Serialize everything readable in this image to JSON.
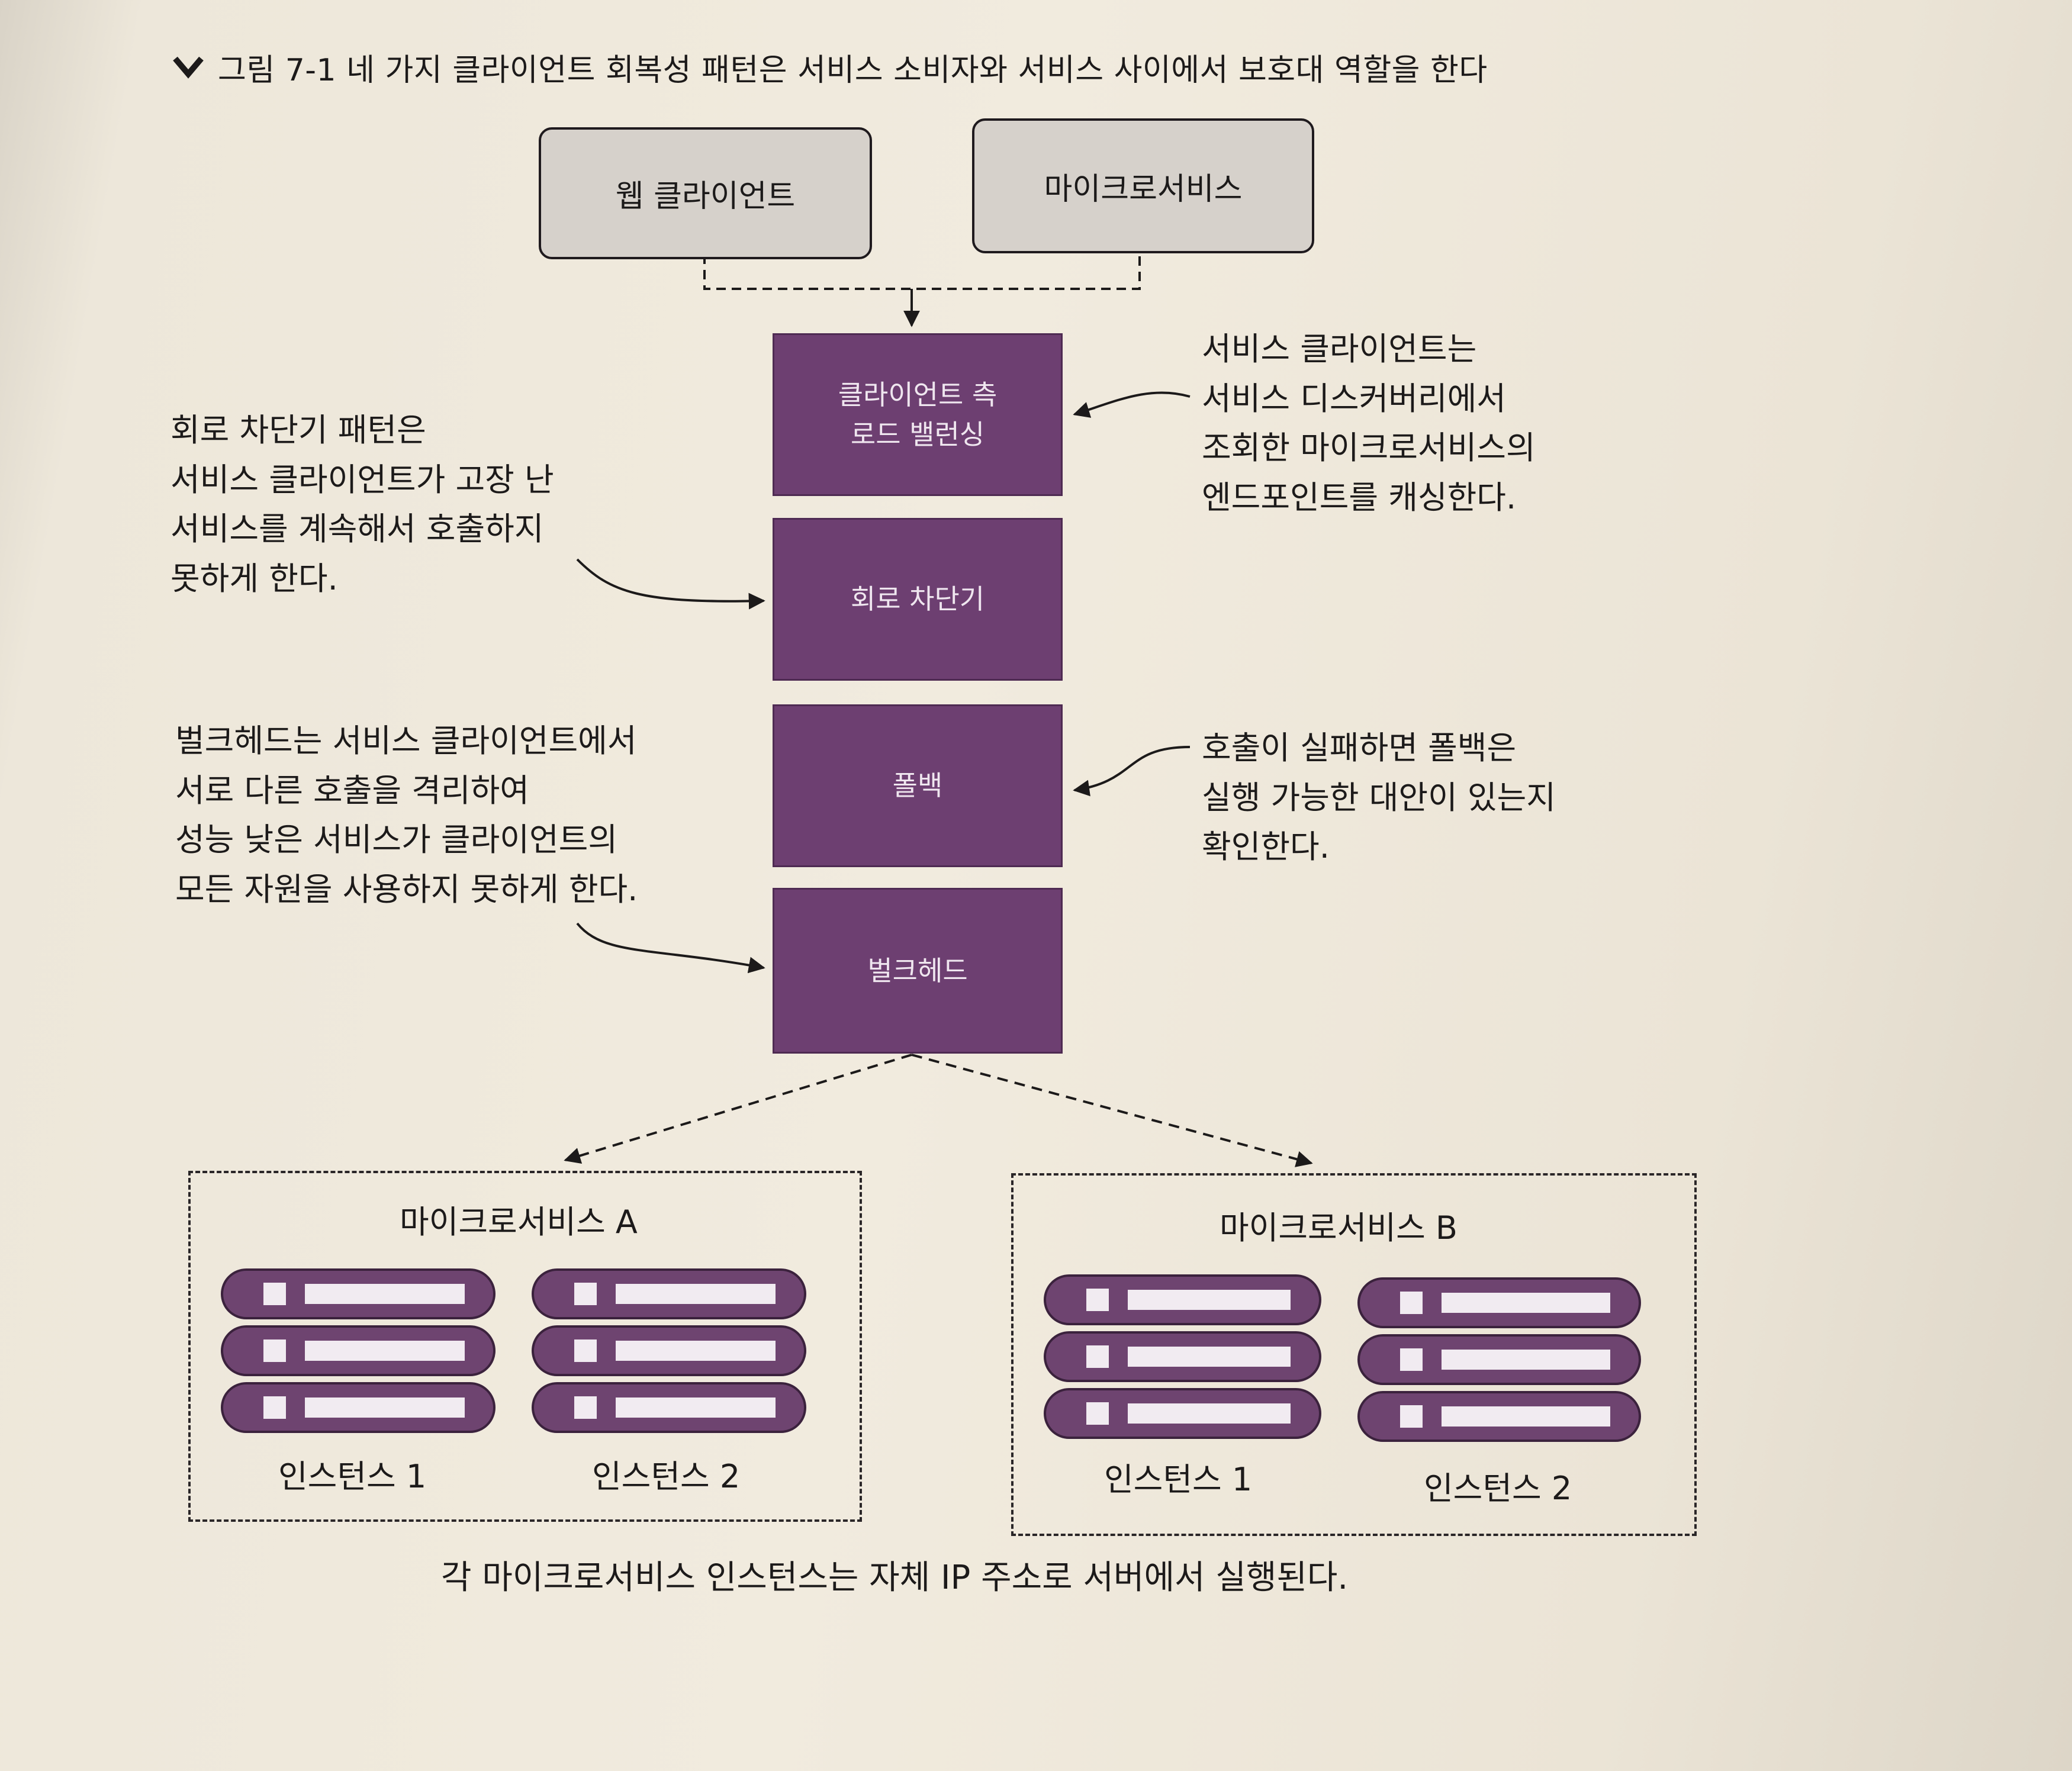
{
  "title": {
    "text": "그림 7-1 네 가지 클라이언트 회복성 패턴은 서비스 소비자와 서비스 사이에서 보호대 역할을 한다",
    "icon": "chevron-down-icon"
  },
  "consumers": [
    {
      "label": "웹 클라이언트"
    },
    {
      "label": "마이크로서비스"
    }
  ],
  "patterns": {
    "load_balancing": {
      "line1": "클라이언트 측",
      "line2": "로드 밸런싱"
    },
    "circuit_breaker": {
      "label": "회로 차단기"
    },
    "fallback": {
      "label": "폴백"
    },
    "bulkhead": {
      "label": "벌크헤드"
    }
  },
  "annotations": {
    "load_balancing": [
      "서비스 클라이언트는",
      "서비스 디스커버리에서",
      "조회한 마이크로서비스의",
      "엔드포인트를 캐싱한다."
    ],
    "circuit_breaker": [
      "회로 차단기 패턴은",
      "서비스 클라이언트가 고장 난",
      "서비스를 계속해서 호출하지",
      "못하게 한다."
    ],
    "fallback": [
      "호출이 실패하면 폴백은",
      "실행 가능한 대안이 있는지",
      "확인한다."
    ],
    "bulkhead": [
      "벌크헤드는 서비스 클라이언트에서",
      "서로 다른 호출을 격리하여",
      "성능 낮은 서비스가 클라이언트의",
      "모든 자원을 사용하지 못하게 한다."
    ]
  },
  "services": [
    {
      "name": "마이크로서비스 A",
      "instances": [
        "인스턴스 1",
        "인스턴스 2"
      ]
    },
    {
      "name": "마이크로서비스 B",
      "instances": [
        "인스턴스 1",
        "인스턴스 2"
      ]
    }
  ],
  "caption": "각 마이크로서비스 인스턴스는 자체 IP 주소로 서버에서 실행된다.",
  "colors": {
    "pattern_block": "#6d3f71",
    "server": "#6e4470",
    "consumer_box": "#d6d1cb"
  }
}
